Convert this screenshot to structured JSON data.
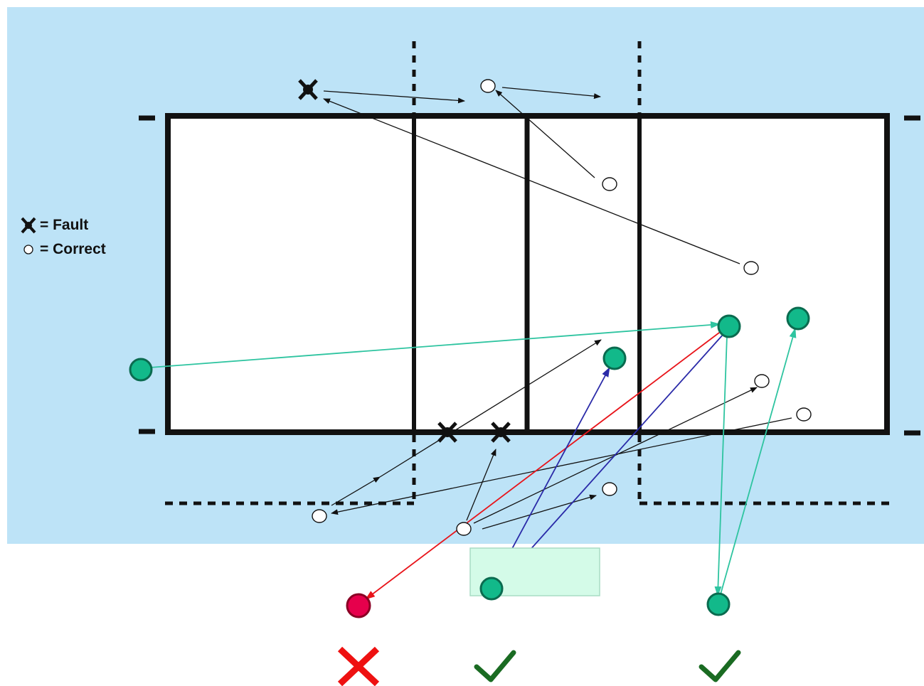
{
  "legend": {
    "fault_label": "= Fault",
    "correct_label": "= Correct",
    "fault_icon": "fault-x-marker-icon",
    "correct_icon": "correct-circle-marker-icon"
  },
  "colors": {
    "background_area": "#bde3f7",
    "court_line": "#111111",
    "player_green": "#12b98a",
    "player_green_dark": "#0a6b4f",
    "fault_red": "#e6004c",
    "arrow_teal": "#2ec4a0",
    "arrow_blue": "#2a2aa8",
    "arrow_red": "#e8141a",
    "check_green": "#1a6b22",
    "x_red": "#ee1111",
    "highlight_box": "#d4fbe8"
  },
  "outcomes": [
    {
      "name": "outcome-fault",
      "icon": "red-x-icon"
    },
    {
      "name": "outcome-correct-1",
      "icon": "green-check-icon"
    },
    {
      "name": "outcome-correct-2",
      "icon": "green-check-icon"
    }
  ]
}
